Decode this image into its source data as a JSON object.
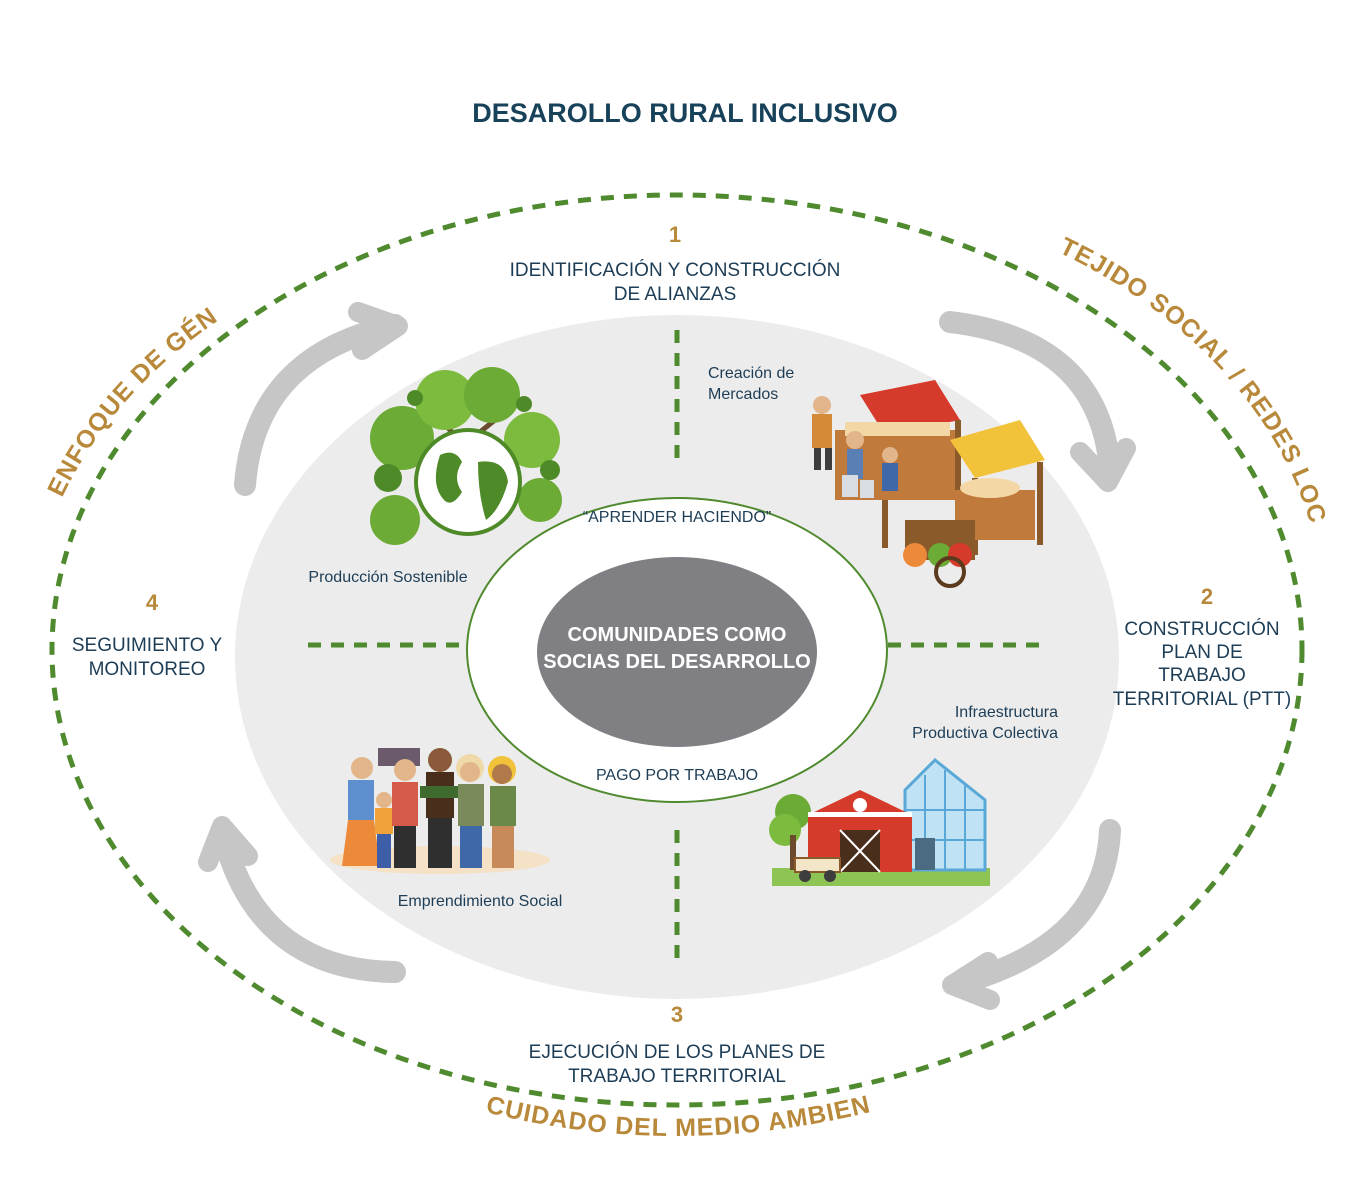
{
  "title": "DESAROLLO RURAL INCLUSIVO",
  "steps": [
    {
      "number": "1",
      "line1": "IDENTIFICACIÓN Y CONSTRUCCIÓN",
      "line2": "DE ALIANZAS"
    },
    {
      "number": "2",
      "line1": "CONSTRUCCIÓN",
      "line2": "PLAN DE",
      "line3": "TRABAJO",
      "line4": "TERRITORIAL (PTT)"
    },
    {
      "number": "3",
      "line1": "EJECUCIÓN DE LOS PLANES DE",
      "line2": "TRABAJO TERRITORIAL"
    },
    {
      "number": "4",
      "line1": "SEGUIMIENTO Y",
      "line2": "MONITOREO"
    }
  ],
  "quadrants": {
    "top_left": "Producción Sostenible",
    "top_right": {
      "line1": "Creación de",
      "line2": "Mercados"
    },
    "bottom_right": {
      "line1": "Infraestructura",
      "line2": "Productiva Colectiva"
    },
    "bottom_left": "Emprendimiento Social"
  },
  "inner_ring": {
    "top": "“APRENDER HACIENDO”",
    "bottom": "PAGO POR TRABAJO"
  },
  "center": {
    "line1": "COMUNIDADES COMO",
    "line2": "SOCIAS DEL DESARROLLO"
  },
  "outer_labels": {
    "left": "ENFOQUE DE GÉNERO",
    "right": "TEJIDO SOCIAL /  REDES LOCALES",
    "bottom": "CUIDADO DEL MEDIO AMBIENTE"
  },
  "colors": {
    "navy": "#17425a",
    "gold": "#b8893a",
    "green": "#4f8a2e",
    "grey_disk": "#ececec",
    "center": "#808084"
  },
  "icons": [
    "tree-globe-icon",
    "market-stalls-icon",
    "greenhouse-barn-icon",
    "community-people-icon"
  ]
}
